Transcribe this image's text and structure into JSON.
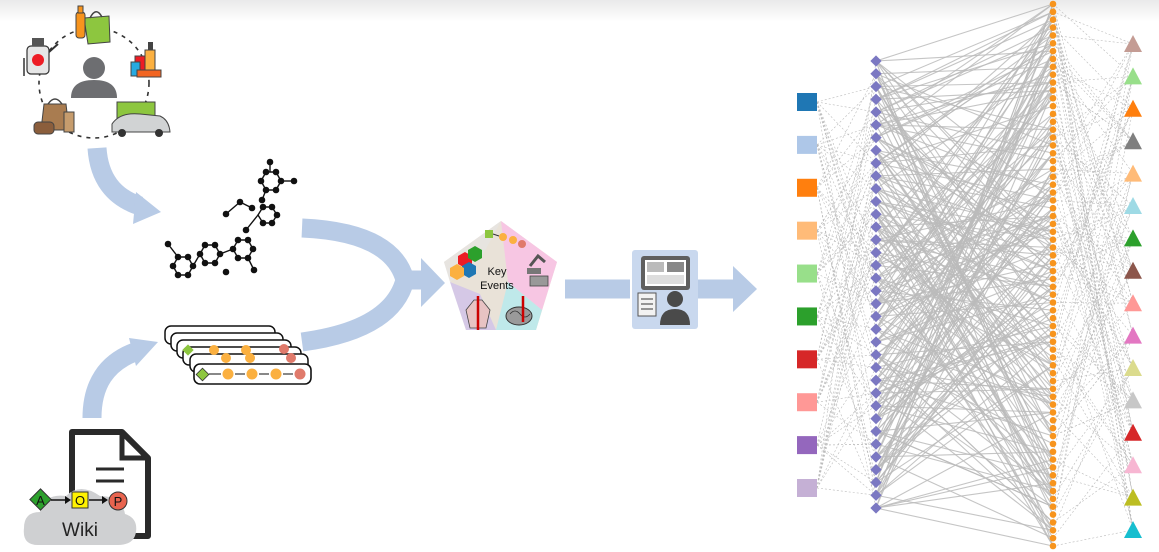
{
  "key_events_hub": {
    "label_line1": "Key",
    "label_line2": "Events"
  },
  "aop_wiki": {
    "node_a": "A",
    "node_o": "O",
    "node_p": "P",
    "wiki_label": "Wiki"
  },
  "network": {
    "left_nodes": [
      "#1f77b4",
      "#aec7e8",
      "#ff7f0e",
      "#ffbb78",
      "#98df8a",
      "#2ca02c",
      "#d62728",
      "#ff9896",
      "#9467bd",
      "#c5b0d5"
    ],
    "right_nodes": [
      "#c49c94",
      "#98df8a",
      "#ff7f0e",
      "#7f7f7f",
      "#ffbb78",
      "#9edae5",
      "#2ca02c",
      "#8c564b",
      "#ff9896",
      "#e377c2",
      "#dbdb8d",
      "#c7c7c7",
      "#d62728",
      "#f7b6d2",
      "#bcbd22",
      "#17becf"
    ],
    "diamond_color": "#7b78c2",
    "orange_color": "#f7941d",
    "edge_color": "#bbbbbb"
  },
  "colors": {
    "arrow": "#b8cbe6",
    "person": "#6d6e71",
    "monitor_bg": "#c9d8ee"
  }
}
